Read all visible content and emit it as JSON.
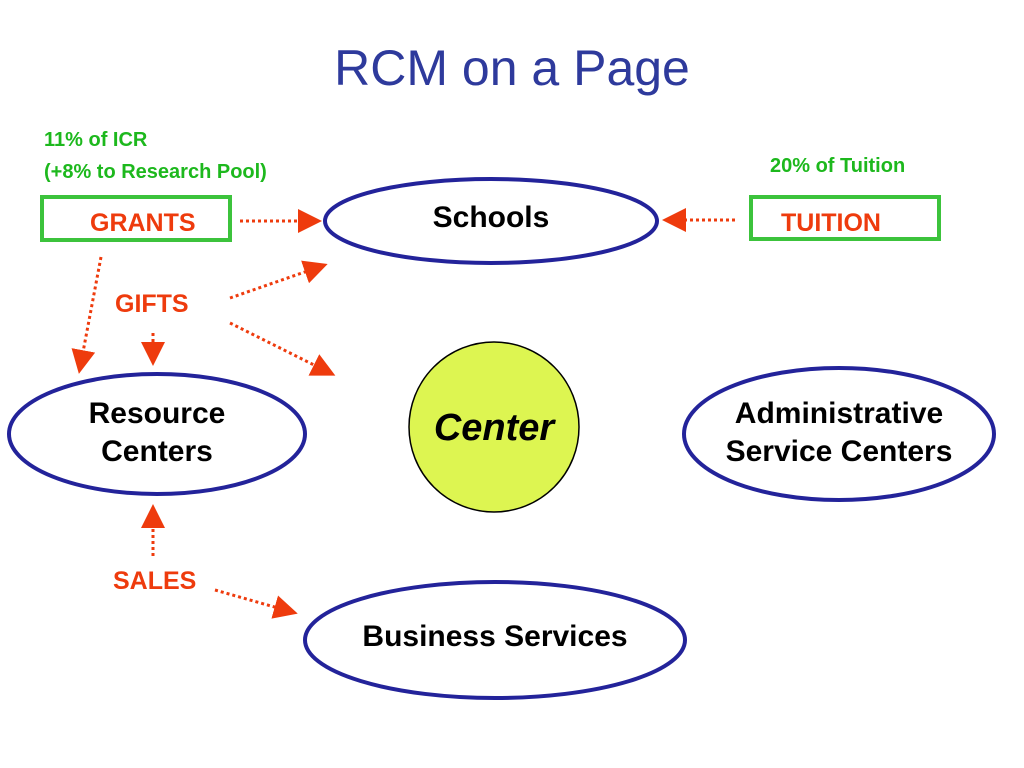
{
  "title": "RCM on a Page",
  "notes": {
    "grants_line1": "11% of ICR",
    "grants_line2": "(+8% to Research Pool)",
    "tuition": "20% of Tuition"
  },
  "sources": {
    "grants": "GRANTS",
    "tuition": "TUITION",
    "gifts": "GIFTS",
    "sales": "SALES"
  },
  "nodes": {
    "schools": "Schools",
    "resource_line1": "Resource",
    "resource_line2": "Centers",
    "center": "Center",
    "admin_line1": "Administrative",
    "admin_line2": "Service Centers",
    "business": "Business Services"
  },
  "colors": {
    "title": "#2e3a9c",
    "note_green": "#1db81d",
    "box_green": "#3cc33c",
    "arrow_red": "#ee3b0d",
    "ellipse_stroke": "#23239a",
    "center_fill": "#ddf551"
  }
}
